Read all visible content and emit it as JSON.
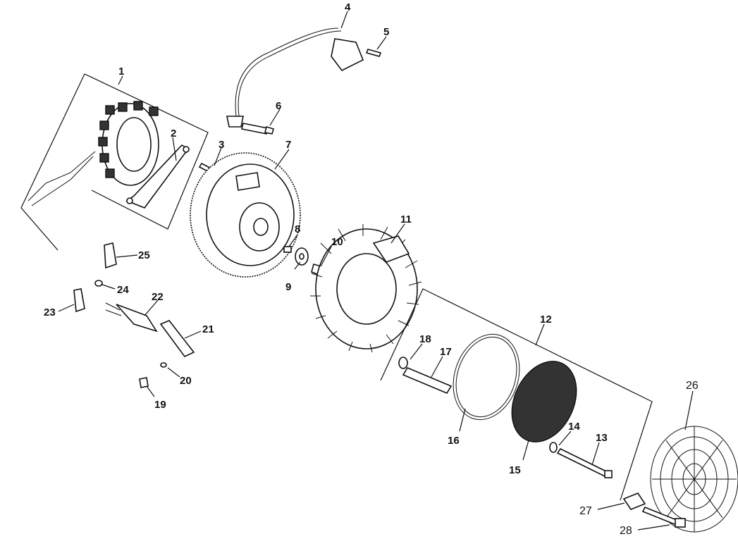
{
  "callouts": [
    "1",
    "2",
    "3",
    "4",
    "5",
    "6",
    "7",
    "8",
    "9",
    "10",
    "11",
    "12",
    "13",
    "14",
    "15",
    "16",
    "17",
    "18",
    "19",
    "20",
    "21",
    "22",
    "23",
    "24",
    "25",
    "26",
    "27",
    "28"
  ],
  "colors": {
    "ink": "#111111",
    "background": "#ffffff",
    "mesh": "#333333"
  }
}
